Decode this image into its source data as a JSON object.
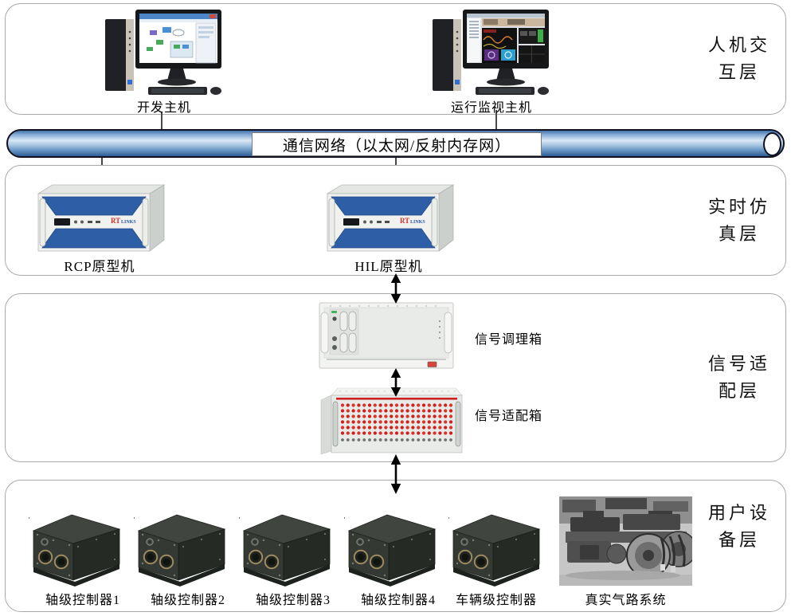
{
  "layers": {
    "hmi": "人机交互层",
    "realtime": "实时仿真层",
    "signal": "信号适配层",
    "user": "用户设备层"
  },
  "network": {
    "label": "通信网络（以太网/反射内存网）"
  },
  "hmi": {
    "dev_host": "开发主机",
    "monitor_host": "运行监视主机"
  },
  "realtime": {
    "rcp": "RCP原型机",
    "hil": "HIL原型机"
  },
  "brand": {
    "rt": "RT",
    "links": "LINKS"
  },
  "signal": {
    "conditioning": "信号调理箱",
    "adaptation": "信号适配箱"
  },
  "user": {
    "controllers": [
      "轴级控制器1",
      "轴级控制器2",
      "轴级控制器3",
      "轴级控制器4",
      "车辆级控制器"
    ],
    "pneumatic": "真实气路系统"
  },
  "colors": {
    "pipe_blue": "#3a6aa5",
    "server_panel_blue": "#2e5ea5",
    "adapter_connector_red": "#cf1f1f",
    "brand_red": "#d03028",
    "brand_blue": "#2a57a8",
    "section_border_gray": "#a9a9a9"
  }
}
